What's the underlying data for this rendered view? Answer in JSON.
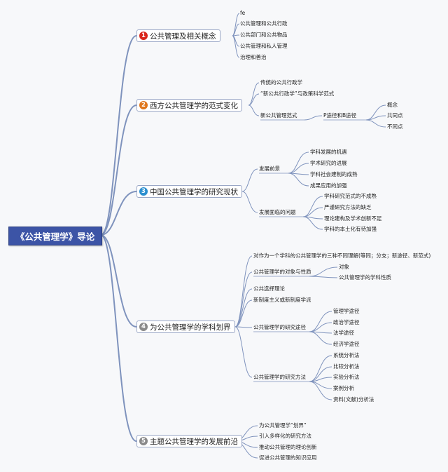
{
  "root": {
    "title": "《公共管理学》导论"
  },
  "branches": [
    {
      "num": "1",
      "label": "公共管理及相关概念",
      "color": "#d9261c",
      "children": [
        "fe",
        "公共管理和公共行政",
        "公共部门和公共物品",
        "公共管理和私人管理",
        "治理和善治"
      ]
    },
    {
      "num": "2",
      "label": "西方公共管理学的范式变化",
      "color": "#e0761b",
      "children": [
        "传统的公共行政学",
        "“新公共行政学”与政策科学范式",
        "新公共管理范式"
      ],
      "sub": {
        "label": "P途径和B途径",
        "children": [
          "概念",
          "共同点",
          "不同点"
        ]
      }
    },
    {
      "num": "3",
      "label": "中国公共管理学的研究现状",
      "color": "#2a8fcf",
      "groups": [
        {
          "label": "发展前景",
          "children": [
            "学科发展的机遇",
            "学术研究的进展",
            "学科社会建制的成熟",
            "成果应用的加强"
          ]
        },
        {
          "label": "发展面临的问题",
          "children": [
            "学科研究范式的不成熟",
            "严谨研究方法的缺乏",
            "理论建构及学术创新不足",
            "学科的本土化有待加强"
          ]
        }
      ]
    },
    {
      "num": "4",
      "label": "为公共管理学的学科划界",
      "color": "#8a8a8a",
      "items": [
        "对作为一个学科的公共管理学的三种不同理解(等同；分支；新途径、新范式)",
        "公共管理学的对象与性质",
        "公共选择理论",
        "新制度主义或新制度学派",
        "公共管理学的研究途径",
        "公共管理学的研究方法"
      ],
      "object_children": [
        "对象",
        "公共管理学的学科性质"
      ],
      "approach_children": [
        "管理学途径",
        "政治学途径",
        "法学途径",
        "经济学途径"
      ],
      "method_children": [
        "系统分析法",
        "比较分析法",
        "实验分析法",
        "案例分析",
        "资料(文献)分析法"
      ]
    },
    {
      "num": "5",
      "label": "主题公共管理学的发展前沿",
      "color": "#8a8a8a",
      "children": [
        "为公共管理学“划界”",
        "引入多样化的研究方法",
        "推动公共管理的理论创新",
        "促进公共管理的知识应用"
      ]
    }
  ],
  "line_color": "#7f93bd"
}
